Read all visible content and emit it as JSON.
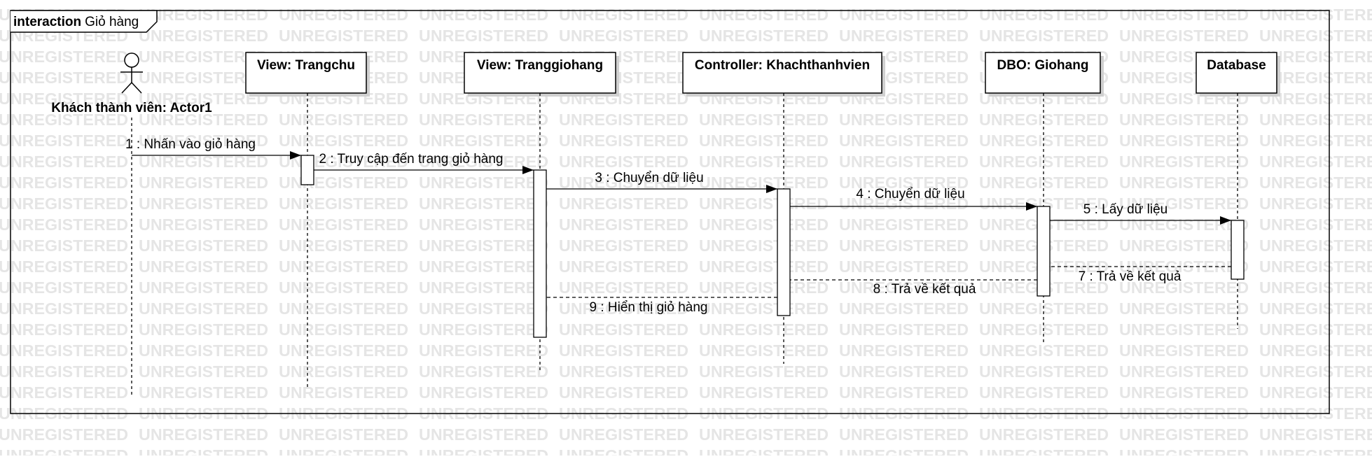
{
  "watermark": "UNREGISTERED",
  "frame": {
    "keyword": "interaction",
    "name": "Giỏ hàng"
  },
  "lifelines": [
    {
      "id": "actor",
      "label": "Khách thành viên: Actor1",
      "kind": "actor"
    },
    {
      "id": "trangchu",
      "label": "View: Trangchu",
      "kind": "object"
    },
    {
      "id": "tranggiohang",
      "label": "View: Tranggiohang",
      "kind": "object"
    },
    {
      "id": "controller",
      "label": "Controller: Khachthanhvien",
      "kind": "object"
    },
    {
      "id": "dbo",
      "label": "DBO: Giohang",
      "kind": "object"
    },
    {
      "id": "database",
      "label": "Database",
      "kind": "object"
    }
  ],
  "messages": [
    {
      "from": "actor",
      "to": "trangchu",
      "label": "1 : Nhấn vào giỏ hàng",
      "kind": "sync"
    },
    {
      "from": "trangchu",
      "to": "tranggiohang",
      "label": "2 : Truy cập đến trang giỏ hàng",
      "kind": "sync"
    },
    {
      "from": "tranggiohang",
      "to": "controller",
      "label": "3 : Chuyển dữ liệu",
      "kind": "sync"
    },
    {
      "from": "controller",
      "to": "dbo",
      "label": "4 : Chuyển dữ liệu",
      "kind": "sync"
    },
    {
      "from": "dbo",
      "to": "database",
      "label": "5 : Lấy dữ liệu",
      "kind": "sync"
    },
    {
      "from": "database",
      "to": "dbo",
      "label": "7 : Trả về kết quả",
      "kind": "return"
    },
    {
      "from": "dbo",
      "to": "controller",
      "label": "8 : Trả về kết quả",
      "kind": "return"
    },
    {
      "from": "controller",
      "to": "tranggiohang",
      "label": "9 : Hiển thị giỏ hàng",
      "kind": "return"
    }
  ],
  "colors": {
    "line": "#000000",
    "box_fill": "#ffffff",
    "shadow": "#c8c8c8",
    "watermark": "#e5e5e5",
    "background": "#ffffff"
  }
}
